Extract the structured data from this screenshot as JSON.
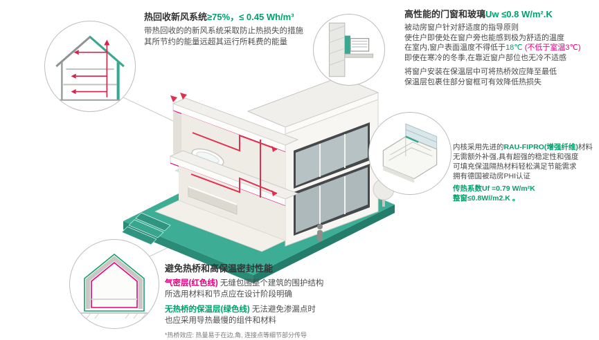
{
  "colors": {
    "teal": "#3dae95",
    "green": "#00a06a",
    "pink": "#e6007e",
    "duct_red": "#e0304e",
    "dark": "#333333",
    "body_text": "#4f4f4f"
  },
  "ventilation": {
    "title_dark": "热回收新风系统",
    "title_green": "≥75%，≤ 0.45 Wh/m³",
    "body": [
      "带热回收的的新风系统采取防止热损失的措施",
      "其所节约的能量远超其运行所耗费的能量"
    ]
  },
  "windows": {
    "title_dark": "高性能的门窗和玻璃",
    "title_green": "Uw ≤0.8 W/m².K",
    "line1": "被动房窗户针对舒适度的指导原则",
    "line2": "使住户即使处在窗户旁也能感到极为舒适的温度",
    "line3_pre": "在室内,窗户表面温度不得低于",
    "line3_green": "18℃",
    "line3_pink": " (不低于室温3℃)",
    "line4": "即使在寒冷的冬季,在靠近窗户部位也无冷不适感",
    "line5": "将窗户安装在保温层中可将热桥效应降至最低",
    "line6": "保温层包裹住部分窗框可有效降低热损失"
  },
  "profile": {
    "line1_pre": "内核采用先进的",
    "line1_green": "RAU-FIPRO(增强纤维)",
    "line1_post": "材料",
    "line2": "无需额外补强,具有超强的稳定性和强度",
    "line3": "可填充保温隔热材料轻松满足节能需求",
    "line4": "拥有德国被动房PHI认证",
    "u1": "传热系数Uf =0.79 W/m²K",
    "u2": "整窗≤0.8W//m2.K 。"
  },
  "thermal": {
    "title": "避免热桥和高保温密封性能",
    "airtight_label": "气密层(红色线)",
    "airtight_rest": " 无缝包围整个建筑的围护结构",
    "airtight_line2": "所选用材料和节点应在设计阶段明确",
    "insul_label": "无热桥的保温层(绿色线)",
    "insul_rest": " 无法避免渗漏点时",
    "insul_line2": "也应采用导热最慢的组件和材料",
    "footnote": "*热桥效应: 热量易于在边,角, 连接点等细节部分传导"
  }
}
